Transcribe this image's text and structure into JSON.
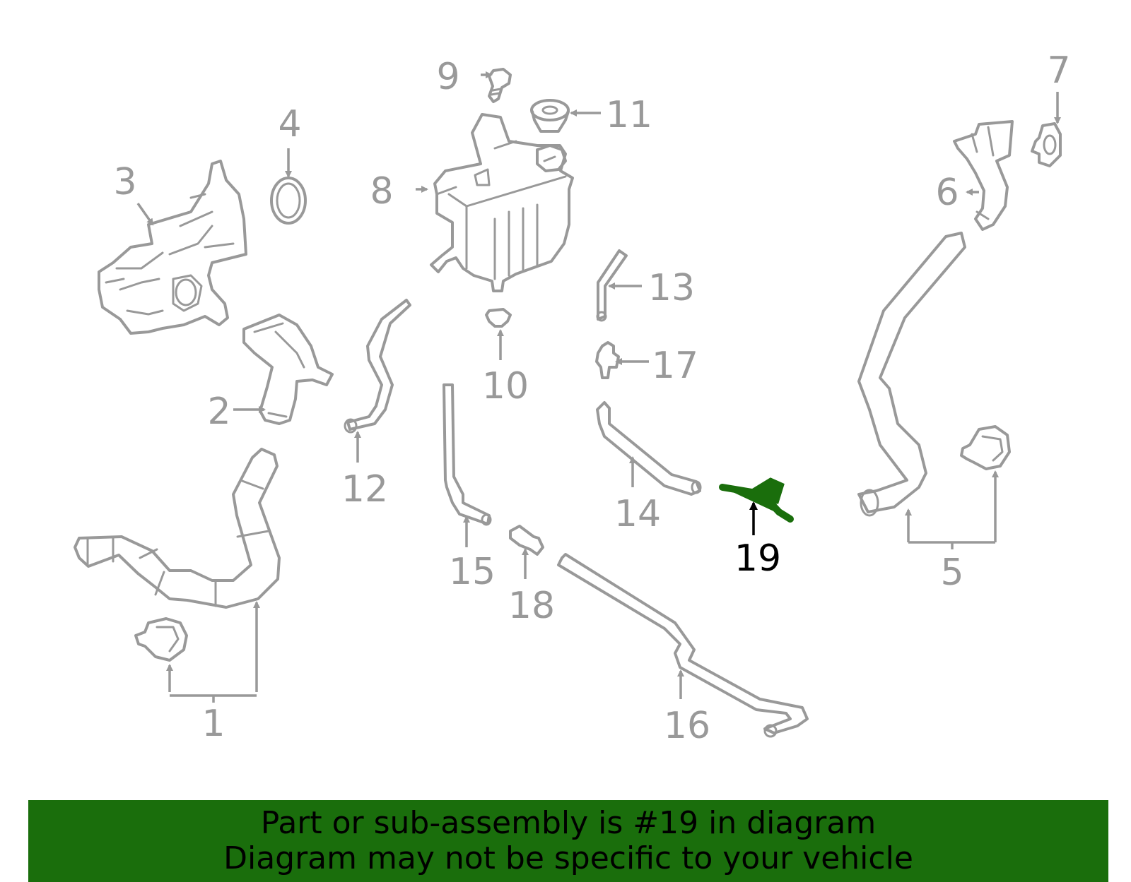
{
  "diagram": {
    "highlight_color": "#1a6e0c",
    "line_color": "#999999",
    "callouts": [
      "1",
      "2",
      "3",
      "4",
      "5",
      "6",
      "7",
      "8",
      "9",
      "10",
      "11",
      "12",
      "13",
      "14",
      "15",
      "16",
      "17",
      "18",
      "19"
    ],
    "highlighted_callout": "19"
  },
  "banner": {
    "line1": "Part or sub-assembly is #19 in diagram",
    "line2": "Diagram may not be specific to your vehicle",
    "background": "#1a6e0c"
  }
}
